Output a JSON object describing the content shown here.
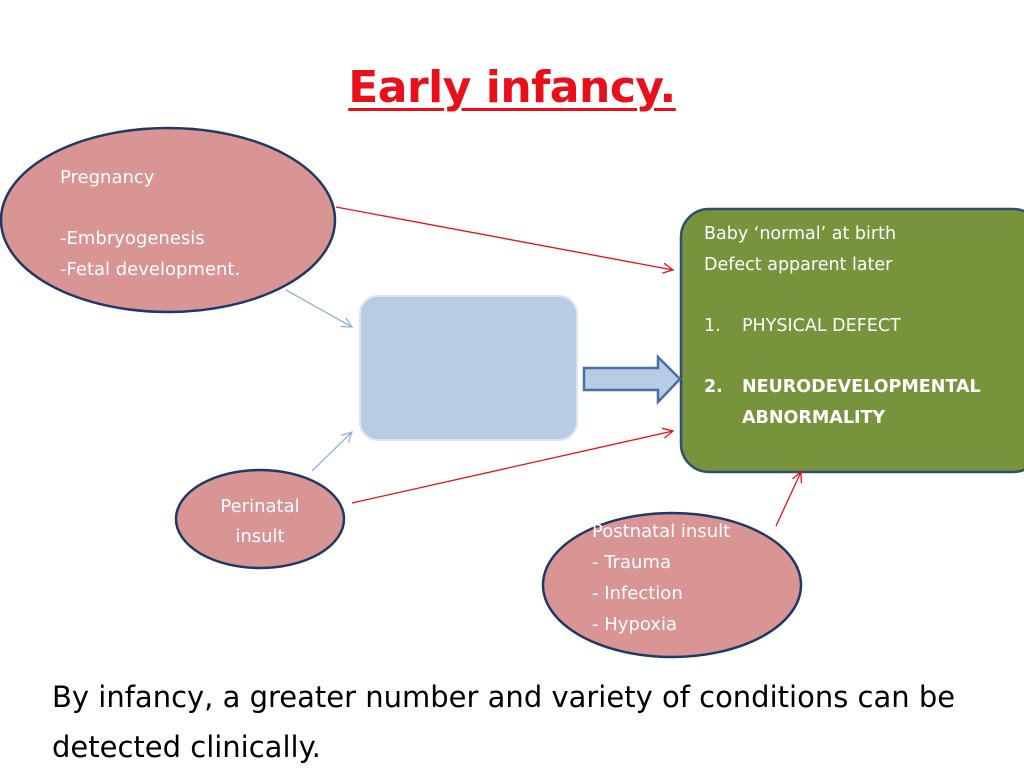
{
  "title": "Early infancy.",
  "pregnancy": {
    "heading": "Pregnancy",
    "lines": [
      "-Embryogenesis",
      "-Fetal development."
    ]
  },
  "perinatal": {
    "lines": [
      "Perinatal",
      "insult"
    ]
  },
  "postnatal": {
    "lines": [
      "Postnatal insult",
      "- Trauma",
      "- Infection",
      "- Hypoxia"
    ]
  },
  "outcome": {
    "lines": [
      "Baby ‘normal’ at birth",
      "Defect apparent later"
    ],
    "items": [
      {
        "number": "1.",
        "label": "PHYSICAL  DEFECT",
        "bold": false
      },
      {
        "number": "2.",
        "label": "NEURODEVELOPMENTAL ABNORMALITY",
        "bold": true
      }
    ]
  },
  "footer": "By infancy, a greater number and variety of conditions can be detected clinically.",
  "colors": {
    "title": "#e8101a",
    "ellipse_fill": "#d99594",
    "ellipse_stroke": "#1f3864",
    "center_box_fill": "#b8cce4",
    "outcome_fill": "#77933c",
    "red_arrow": "#e8101a",
    "blue_arrow": "#95b3d7"
  }
}
